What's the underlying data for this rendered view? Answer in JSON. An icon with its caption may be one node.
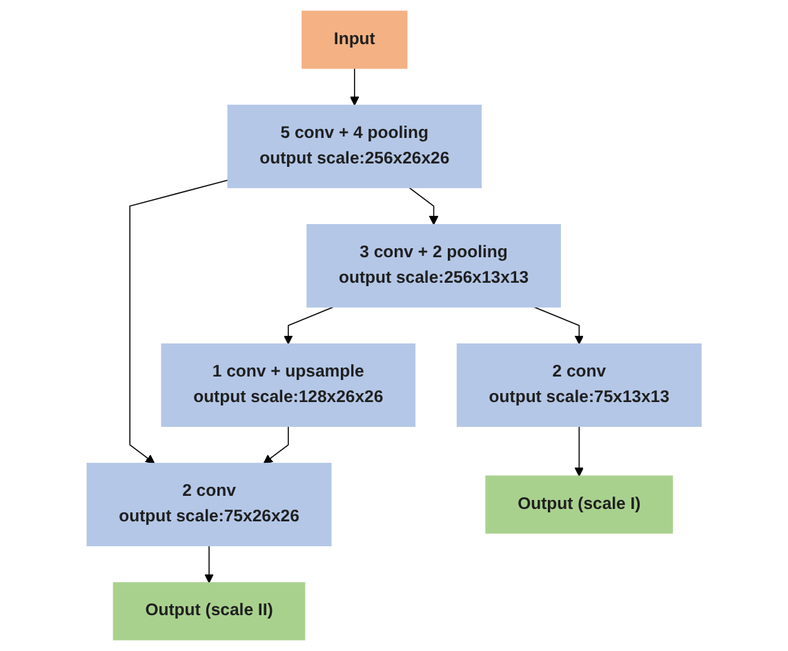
{
  "diagram": {
    "nodes": [
      {
        "text": [
          "Input"
        ]
      },
      {
        "text": [
          "5 conv + 4 pooling",
          "output scale:256x26x26"
        ]
      },
      {
        "text": [
          "3 conv + 2 pooling",
          "output scale:256x13x13"
        ]
      },
      {
        "text": [
          "1 conv + upsample",
          "output scale:128x26x26"
        ]
      },
      {
        "text": [
          "2 conv",
          "output scale:75x13x13"
        ]
      },
      {
        "text": [
          "2 conv",
          "output scale:75x26x26"
        ]
      },
      {
        "text": [
          "Output (scale I)"
        ]
      },
      {
        "text": [
          "Output (scale II)"
        ]
      }
    ],
    "edges": [
      {
        "from": 0,
        "to": 1,
        "arrow": "to"
      },
      {
        "from": 1,
        "to": 2,
        "arrow": "to"
      },
      {
        "from": 1,
        "to": 5,
        "arrow": "to"
      },
      {
        "from": 2,
        "to": 3,
        "arrow": "to"
      },
      {
        "from": 2,
        "to": 4,
        "arrow": "to"
      },
      {
        "from": 3,
        "to": 5,
        "arrow": "to"
      },
      {
        "from": 4,
        "to": 6,
        "arrow": "to"
      },
      {
        "from": 5,
        "to": 7,
        "arrow": "to"
      }
    ]
  }
}
